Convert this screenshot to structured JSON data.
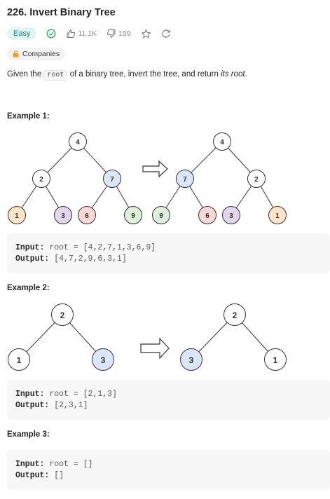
{
  "problem": {
    "title": "226. Invert Binary Tree",
    "difficulty": "Easy",
    "likes": "11.1K",
    "dislikes": "159",
    "companies_label": "Companies"
  },
  "description": {
    "prefix": "Given the ",
    "code": "root",
    "middle": " of a binary tree, invert the tree, and return ",
    "italic": "its root",
    "suffix": "."
  },
  "colors": {
    "easy": "#00897b",
    "node_orange": "#fde4c6",
    "node_purple": "#e2d6ec",
    "node_red": "#f9d7d7",
    "node_green": "#dcefd9",
    "node_blue": "#dbe6fa",
    "node_white": "#ffffff"
  },
  "examples": [
    {
      "heading": "Example 1:",
      "input_label": "Input:",
      "input_value": "root = [4,2,7,1,3,6,9]",
      "output_label": "Output:",
      "output_value": "[4,7,2,9,6,3,1]",
      "tree_before": [
        "4",
        "2",
        "7",
        "1",
        "3",
        "6",
        "9"
      ],
      "tree_after": [
        "4",
        "7",
        "2",
        "9",
        "6",
        "3",
        "1"
      ]
    },
    {
      "heading": "Example 2:",
      "input_label": "Input:",
      "input_value": "root = [2,1,3]",
      "output_label": "Output:",
      "output_value": "[2,3,1]",
      "tree_before": [
        "2",
        "1",
        "3"
      ],
      "tree_after": [
        "2",
        "3",
        "1"
      ]
    },
    {
      "heading": "Example 3:",
      "input_label": "Input:",
      "input_value": "root = []",
      "output_label": "Output:",
      "output_value": "[]"
    }
  ]
}
